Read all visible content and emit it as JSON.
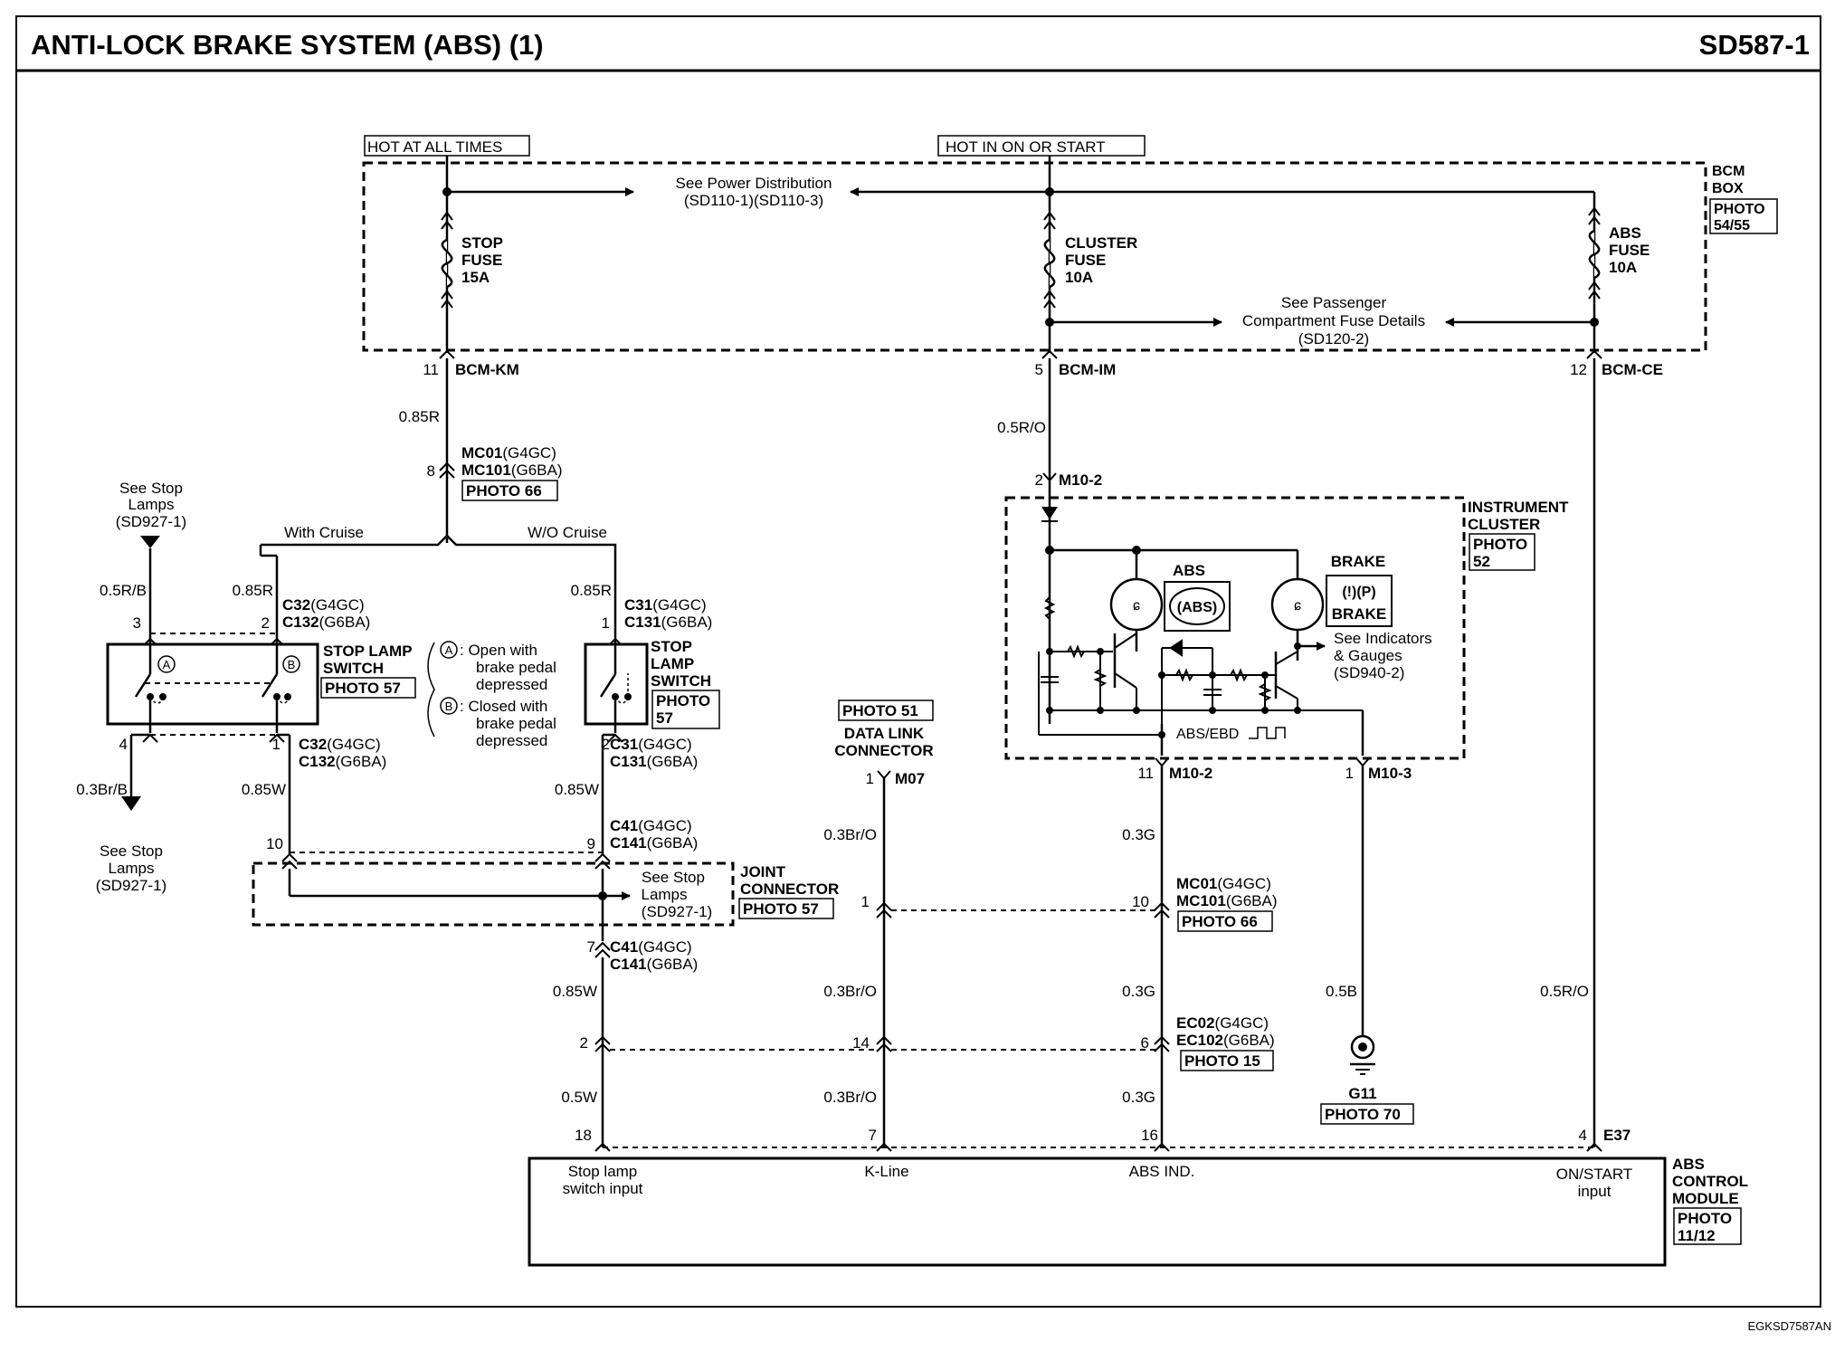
{
  "header": {
    "title": "ANTI-LOCK BRAKE SYSTEM (ABS) (1)",
    "code": "SD587-1"
  },
  "footer_code": "EGKSD7587AN",
  "power": {
    "hot_all_times": "HOT AT ALL TIMES",
    "hot_on_start": "HOT IN ON OR START",
    "see_power_1": "See Power Distribution",
    "see_power_2": "(SD110-1)(SD110-3)",
    "see_pass_1": "See Passenger",
    "see_pass_2": "Compartment  Fuse Details",
    "see_pass_3": "(SD120-2)"
  },
  "bcm_box": {
    "label1": "BCM",
    "label2": "BOX",
    "photo1": "PHOTO",
    "photo2": "54/55"
  },
  "fuses": {
    "stop": [
      "STOP",
      "FUSE",
      "15A"
    ],
    "cluster": [
      "CLUSTER",
      "FUSE",
      "10A"
    ],
    "abs": [
      "ABS",
      "FUSE",
      "10A"
    ]
  },
  "bcm_pins": {
    "km_pin": "11",
    "km": "BCM-KM",
    "im_pin": "5",
    "im": "BCM-IM",
    "ce_pin": "12",
    "ce": "BCM-CE"
  },
  "wires": {
    "w085r": "0.85R",
    "w05ro": "0.5R/O",
    "w05rb": "0.5R/B",
    "w03brb": "0.3Br/B",
    "w085w": "0.85W",
    "w03bro": "0.3Br/O",
    "w03g": "0.3G",
    "w05b": "0.5B",
    "w05w": "0.5W"
  },
  "connectors": {
    "mc01": "MC01",
    "mc101": "MC101",
    "g4gc": "(G4GC)",
    "g6ba": "(G6BA)",
    "photo66": "PHOTO 66",
    "pin8": "8",
    "c32": "C32",
    "c132": "C132",
    "c31": "C31",
    "c131": "C131",
    "c41": "C41",
    "c141": "C141",
    "ec02": "EC02",
    "ec102": "EC102",
    "photo15": "PHOTO 15",
    "m10_2": "M10-2",
    "m10_3": "M10-3",
    "m07": "M07",
    "e37": "E37"
  },
  "cruise": {
    "with": "With Cruise",
    "without": "W/O Cruise"
  },
  "stop_lamps": {
    "l1": "See Stop",
    "l2": "Lamps",
    "l3": "(SD927-1)"
  },
  "stop_switch": {
    "left_title_1": "STOP LAMP",
    "left_title_2": "SWITCH",
    "photo57": "PHOTO 57",
    "right_title_1": "STOP",
    "right_title_2": "LAMP",
    "right_title_3": "SWITCH",
    "photo": "PHOTO",
    "num57": "57",
    "a": "A",
    "b": "B",
    "note_a1": ": Open with",
    "note_a2": "brake pedal",
    "note_a3": "depressed",
    "note_b1": ": Closed with",
    "note_b2": "brake pedal",
    "note_b3": "depressed"
  },
  "joint": {
    "l1": "JOINT",
    "l2": "CONNECTOR",
    "photo": "PHOTO 57"
  },
  "dlc": {
    "photo": "PHOTO 51",
    "l1": "DATA LINK",
    "l2": "CONNECTOR"
  },
  "cluster": {
    "l1": "INSTRUMENT",
    "l2": "CLUSTER",
    "photo": "PHOTO",
    "num": "52",
    "abs_label": "ABS",
    "abs_icon": "(ABS)",
    "brake_label": "BRAKE",
    "brake_icon": "(!)(P)",
    "brake_text": "BRAKE",
    "see_ind_1": "See Indicators",
    "see_ind_2": "& Gauges",
    "see_ind_3": "(SD940-2)",
    "abs_ebd": "ABS/EBD"
  },
  "ground": {
    "name": "G11",
    "photo": "PHOTO 70"
  },
  "pins": {
    "p1": "1",
    "p2": "2",
    "p3": "3",
    "p4": "4",
    "p6": "6",
    "p7": "7",
    "p9": "9",
    "p10": "10",
    "p11": "11",
    "p14": "14",
    "p16": "16",
    "p18": "18"
  },
  "abs_module": {
    "stop_input_1": "Stop lamp",
    "stop_input_2": "switch input",
    "kline": "K-Line",
    "abs_ind": "ABS IND.",
    "on_start_1": "ON/START",
    "on_start_2": "input",
    "title1": "ABS",
    "title2": "CONTROL",
    "title3": "MODULE",
    "photo": "PHOTO",
    "num": "11/12"
  }
}
